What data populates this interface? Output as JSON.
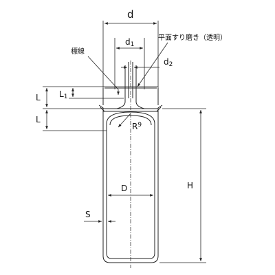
{
  "figure": {
    "labels": {
      "d": "d",
      "d1": "d",
      "d1_sub": "1",
      "d2": "d",
      "d2_sub": "2",
      "marking_line": "標線",
      "flat_ground": "平面すり磨き（透明）",
      "L_top": "L",
      "L_bottom": "L",
      "L1": "L",
      "L1_sub": "1",
      "R": "R",
      "R_value": "9",
      "D": "D",
      "H": "H",
      "S": "S"
    },
    "colors": {
      "line": "#222222",
      "background": "#ffffff"
    }
  }
}
